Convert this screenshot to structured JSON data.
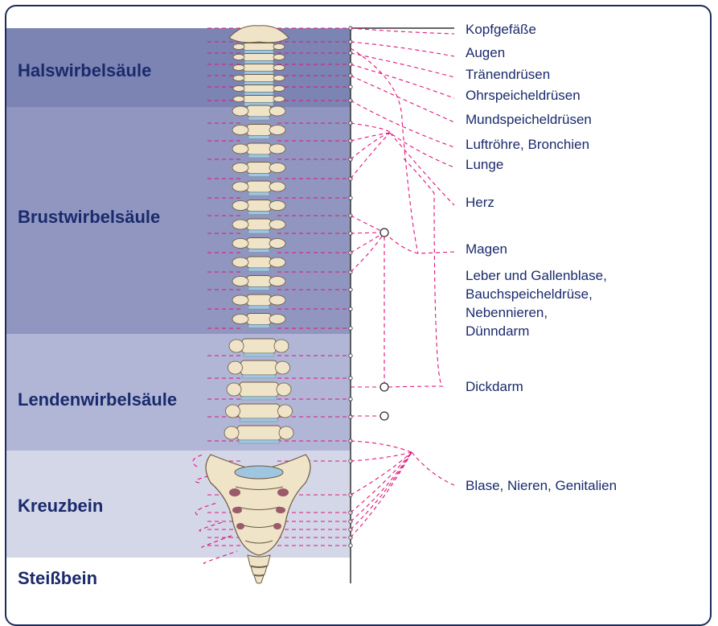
{
  "regions": [
    {
      "label": "Halswirbelsäule"
    },
    {
      "label": "Brustwirbelsäule"
    },
    {
      "label": "Lendenwirbelsäule"
    },
    {
      "label": "Kreuzbein"
    },
    {
      "label": "Steißbein"
    }
  ],
  "organs": [
    {
      "label": "Kopfgefäße"
    },
    {
      "label": "Augen"
    },
    {
      "label": "Tränendrüsen"
    },
    {
      "label": "Ohrspeicheldrüsen"
    },
    {
      "label": "Mundspeicheldrüsen"
    },
    {
      "label": "Luftröhre, Bronchien"
    },
    {
      "label": "Lunge"
    },
    {
      "label": "Herz"
    },
    {
      "label": "Magen"
    },
    {
      "lines": [
        "Leber und Gallenblase,",
        "Bauchspeicheldrüse,",
        "Nebennieren,",
        "Dünndarm"
      ]
    },
    {
      "label": "Dickdarm"
    },
    {
      "label": "Blase, Nieren, Genitalien"
    }
  ],
  "colors": {
    "cervical": "#7b84b2",
    "thoracic": "#9096bf",
    "lumbar": "#b1b6d6",
    "sacrum": "#d4d7e8",
    "text": "#1a2a6c",
    "nerve": "#e0147a",
    "bone": "#efe3c8",
    "disc": "#9fc6e0"
  }
}
